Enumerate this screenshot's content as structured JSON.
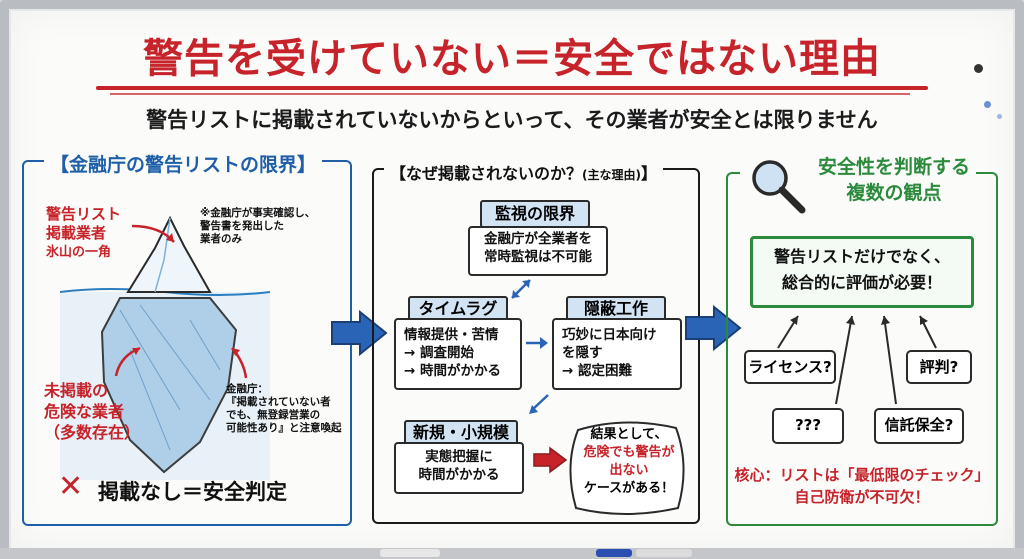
{
  "title": "警告を受けていない＝安全ではない理由",
  "subtitle": "警告リストに掲載されていないからといって、その業者が安全とは限りません",
  "left_panel": {
    "header": "【金融庁の警告リストの限界】",
    "listed_label_1": "警告リスト",
    "listed_label_2": "掲載業者",
    "listed_label_3": "氷山の一角",
    "note_top_1": "※金融庁が事実確認し、",
    "note_top_2": "警告書を発出した",
    "note_top_3": "業者のみ",
    "unlisted_1": "未掲載の",
    "unlisted_2": "危険な業者",
    "unlisted_3": "（多数存在）",
    "note_bottom_1": "金融庁：",
    "note_bottom_2": "『掲載されていない者",
    "note_bottom_3": "でも、無登録営業の",
    "note_bottom_4": "可能性あり』と注意喚起",
    "wrong_mark": "✕",
    "wrong_text": "掲載なし＝安全判定"
  },
  "middle_panel": {
    "header": "【なぜ掲載されないのか？",
    "header_small": "(主な理由)",
    "header_end": "】",
    "monitoring_title": "監視の限界",
    "monitoring_1": "金融庁が全業者を",
    "monitoring_2": "常時監視は不可能",
    "timelag_title": "タイムラグ",
    "timelag_1": "情報提供・苦情",
    "timelag_2": "→ 調査開始",
    "timelag_3": "→ 時間がかかる",
    "conceal_title": "隠蔽工作",
    "conceal_1": "巧妙に日本向け",
    "conceal_2": "を隠す",
    "conceal_3": "→ 認定困難",
    "new_title": "新規・小規模",
    "new_1": "実態把握に",
    "new_2": "時間がかかる",
    "result_1": "結果として、",
    "result_2": "危険でも警告が",
    "result_3": "出ない",
    "result_4": "ケースがある！"
  },
  "right_panel": {
    "header_1": "安全性を判断する",
    "header_2": "複数の観点",
    "main_1": "警告リストだけでなく、",
    "main_2": "総合的に評価が必要！",
    "chips": [
      "ライセンス?",
      "評判?",
      "???",
      "信託保全?"
    ],
    "core_1": "核心：リストは「最低限のチェック」",
    "core_2": "自己防衛が不可欠！"
  },
  "colors": {
    "red": "#c6232a",
    "blue": "#1f5fa8",
    "green": "#2c8a3c",
    "tag": "#d2e3f4"
  },
  "icons": [
    "iceberg-illustration",
    "magnifier-icon",
    "cross-icon",
    "arrow-icon"
  ]
}
